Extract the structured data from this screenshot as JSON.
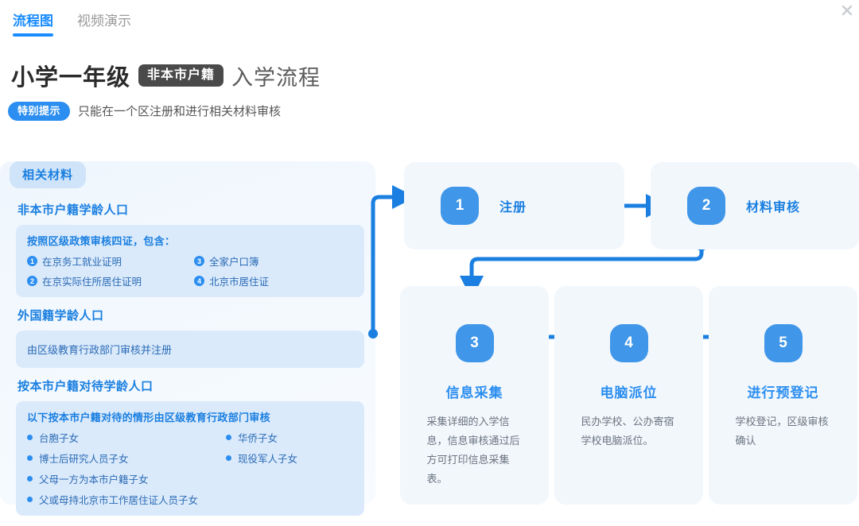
{
  "tabs": [
    {
      "label": "流程图",
      "active": true
    },
    {
      "label": "视频演示",
      "active": false
    }
  ],
  "header": {
    "title_main": "小学一年级",
    "title_badge": "非本市户籍",
    "title_tail": "入学流程",
    "notice_badge": "特别提示",
    "notice_text": "只能在一个区注册和进行相关材料审核",
    "close_icon": "close-icon"
  },
  "materials": {
    "tab_label": "相关材料",
    "sections": [
      {
        "heading": "非本市户籍学龄人口",
        "box_title": "按照区级政策审核四证，包含：",
        "numbered": [
          {
            "num": "1",
            "text": "在京务工就业证明"
          },
          {
            "num": "2",
            "text": "在京实际住所居住证明"
          },
          {
            "num": "3",
            "text": "全家户口簿"
          },
          {
            "num": "4",
            "text": "北京市居住证"
          }
        ]
      },
      {
        "heading": "外国籍学龄人口",
        "line": "由区级教育行政部门审核并注册"
      },
      {
        "heading": "按本市户籍对待学龄人口",
        "box_title": "以下按本市户籍对待的情形由区级教育行政部门审核",
        "bullets": [
          "台胞子女",
          "博士后研究人员子女",
          "父母一方为本市户籍子女",
          "父或母持北京市工作居住证人员子女",
          "华侨子女",
          "现役军人子女"
        ]
      }
    ]
  },
  "flow": {
    "top_steps": [
      {
        "num": "1",
        "title": "注册"
      },
      {
        "num": "2",
        "title": "材料审核"
      }
    ],
    "bottom_steps": [
      {
        "num": "3",
        "title": "信息采集",
        "desc": "采集详细的入学信息，信息审核通过后方可打印信息采集表。"
      },
      {
        "num": "4",
        "title": "电脑派位",
        "desc": "民办学校、公办寄宿学校电脑派位。"
      },
      {
        "num": "5",
        "title": "进行预登记",
        "desc": "学校登记，区级审核确认"
      }
    ]
  },
  "colors": {
    "accent_blue": "#2b8ef0",
    "badge_blue": "#4096e8",
    "card_bg": "#f2f7fc",
    "panel_box": "#dbeafb",
    "dark_badge": "#4a4a4a",
    "muted_text": "#6b7480"
  }
}
